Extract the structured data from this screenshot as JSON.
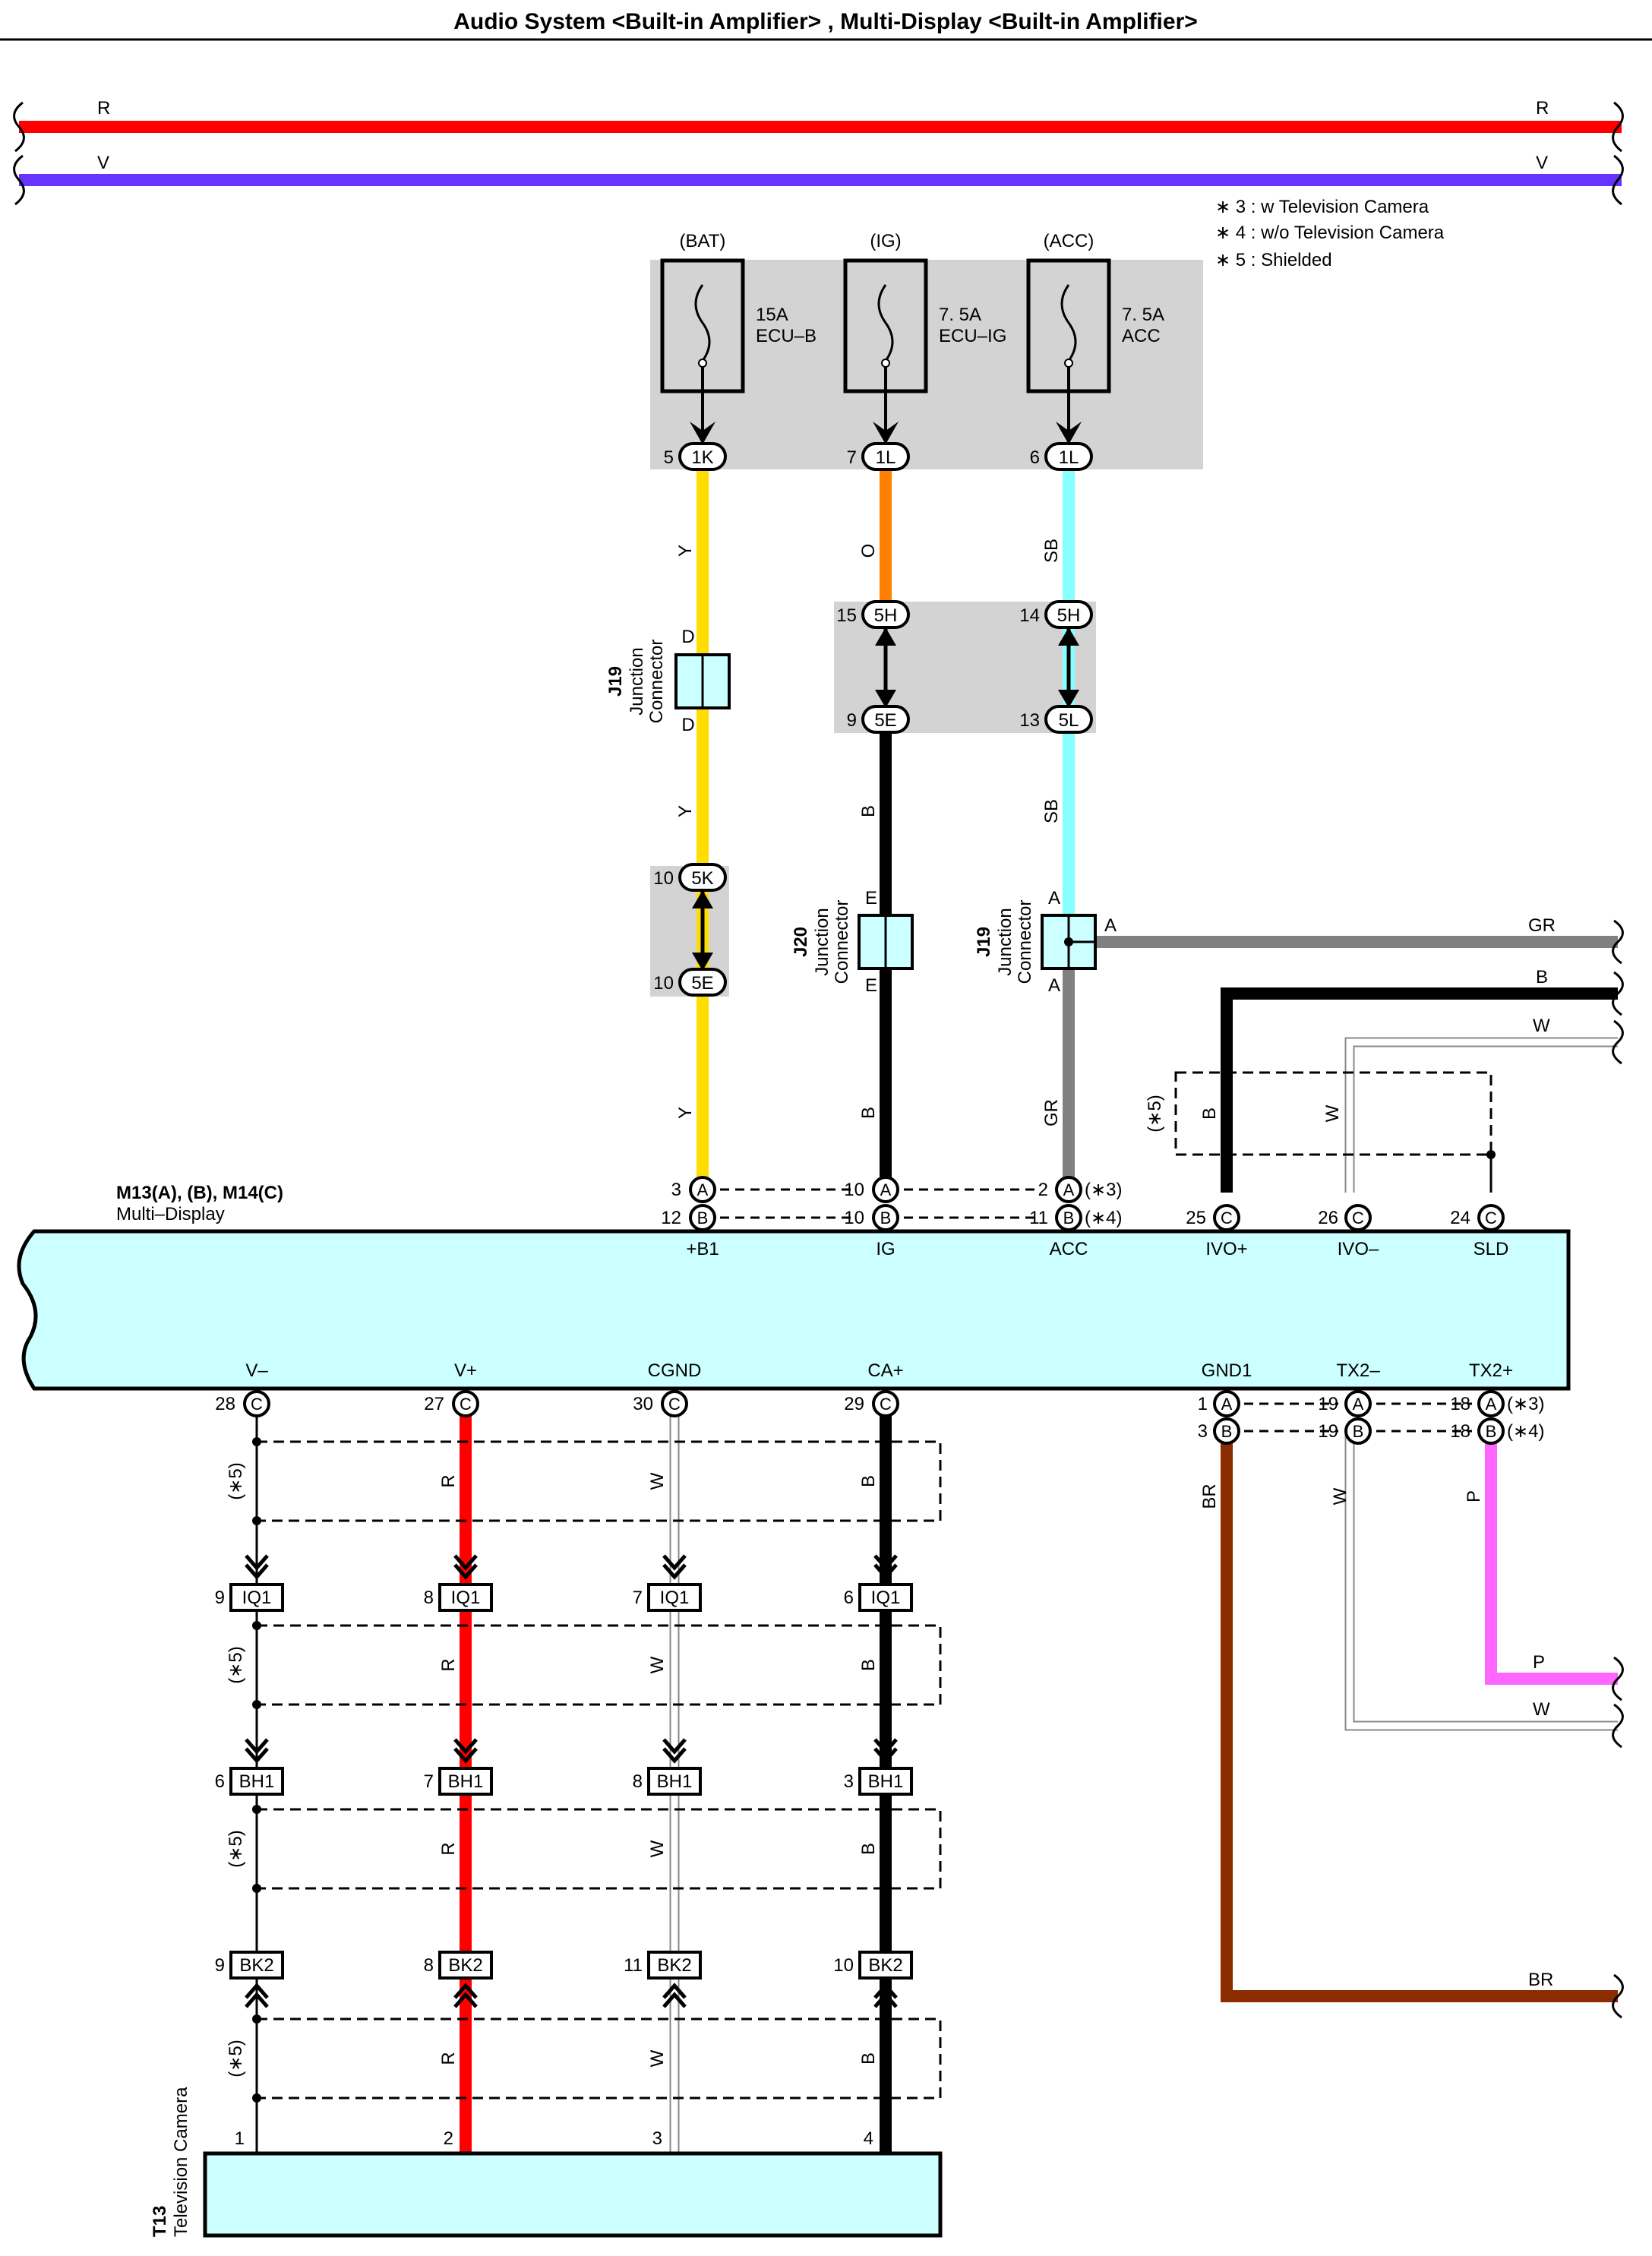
{
  "title": "Audio System <Built-in Amplifier> , Multi-Display <Built-in Amplifier>",
  "notes": [
    "∗ 3 : w Television Camera",
    "∗ 4 : w/o Television Camera",
    "∗ 5 : Shielded"
  ],
  "colors": {
    "R": "#ff0000",
    "V": "#6633ff",
    "Y": "#ffdd00",
    "O": "#ff8000",
    "SB": "#88ffff",
    "B": "#000000",
    "GR": "#808080",
    "W": "#ffffff",
    "BR": "#8b2d00",
    "P": "#ff66ff",
    "box": "#ccffff",
    "shade": "#d3d3d3"
  },
  "power": {
    "r": "R",
    "v": "V"
  },
  "fuses": [
    {
      "source": "(BAT)",
      "amp": "15A",
      "name": "ECU–B",
      "pin": "5",
      "conn": "1K",
      "wire": "Y"
    },
    {
      "source": "(IG)",
      "amp": "7. 5A",
      "name": "ECU–IG",
      "pin": "7",
      "conn": "1L",
      "wire": "O"
    },
    {
      "source": "(ACC)",
      "amp": "7. 5A",
      "name": "ACC",
      "pin": "6",
      "conn": "1L",
      "wire": "SB"
    }
  ],
  "jb": {
    "ig_top": {
      "pin": "15",
      "conn": "5H"
    },
    "ig_bot": {
      "pin": "9",
      "conn": "5E"
    },
    "acc_top": {
      "pin": "14",
      "conn": "5H"
    },
    "acc_bot": {
      "pin": "13",
      "conn": "5L"
    },
    "bat_top": {
      "pin": "10",
      "conn": "5K"
    },
    "bat_bot": {
      "pin": "10",
      "conn": "5E"
    },
    "ig_wire": "B",
    "acc_wire": "SB",
    "bat_wire": "Y"
  },
  "j19a": {
    "id": "J19",
    "name": "Junction",
    "name2": "Connector",
    "top": "D",
    "bot": "D"
  },
  "j20": {
    "id": "J20",
    "name": "Junction",
    "name2": "Connector",
    "top": "E",
    "bot": "E"
  },
  "j19b": {
    "id": "J19",
    "name": "Junction",
    "name2": "Connector",
    "top": "A",
    "bot": "A",
    "right": "A"
  },
  "low_wires": {
    "bat": "Y",
    "ig": "B",
    "acc": "GR"
  },
  "right_wires": {
    "gr": "GR",
    "b": "B",
    "w": "W",
    "p": "P",
    "w2": "W",
    "br": "BR"
  },
  "shield_top": {
    "label": "(∗5)",
    "b": "B",
    "w": "W"
  },
  "md": {
    "id": "M13(A), (B), M14(C)",
    "name": "Multi–Display",
    "top_pins": [
      {
        "pA": "3",
        "cA": "A",
        "pB": "12",
        "cB": "B",
        "label": "+B1"
      },
      {
        "pA": "10",
        "cA": "A",
        "pB": "10",
        "cB": "B",
        "label": "IG"
      },
      {
        "pA": "2",
        "cA": "A",
        "pB": "11",
        "cB": "B",
        "label": "ACC",
        "nA": "(∗3)",
        "nB": "(∗4)"
      },
      {
        "p": "25",
        "c": "C",
        "label": "IVO+"
      },
      {
        "p": "26",
        "c": "C",
        "label": "IVO–"
      },
      {
        "p": "24",
        "c": "C",
        "label": "SLD"
      }
    ],
    "bottom_pins": [
      {
        "p": "28",
        "c": "C",
        "label": "V–"
      },
      {
        "p": "27",
        "c": "C",
        "label": "V+"
      },
      {
        "p": "30",
        "c": "C",
        "label": "CGND"
      },
      {
        "p": "29",
        "c": "C",
        "label": "CA+"
      },
      {
        "pA": "1",
        "cA": "A",
        "pB": "3",
        "cB": "B",
        "label": "GND1"
      },
      {
        "pA": "19",
        "cA": "A",
        "pB": "19",
        "cB": "B",
        "label": "TX2–"
      },
      {
        "pA": "18",
        "cA": "A",
        "pB": "18",
        "cB": "B",
        "label": "TX2+",
        "nA": "(∗3)",
        "nB": "(∗4)"
      }
    ]
  },
  "lower_wires": {
    "gnd": "BR",
    "tx2m": "W",
    "tx2p": "P"
  },
  "cam_wires": [
    "",
    "R",
    "W",
    "B"
  ],
  "shield_label": "(∗5)",
  "conn_iq1": {
    "name": "IQ1",
    "pins": [
      "9",
      "8",
      "7",
      "6"
    ]
  },
  "conn_bh1": {
    "name": "BH1",
    "pins": [
      "6",
      "7",
      "8",
      "3"
    ]
  },
  "conn_bk2": {
    "name": "BK2",
    "pins": [
      "9",
      "8",
      "11",
      "10"
    ]
  },
  "tc": {
    "id": "T13",
    "name": "Television Camera",
    "pins": [
      "1",
      "2",
      "3",
      "4"
    ]
  }
}
